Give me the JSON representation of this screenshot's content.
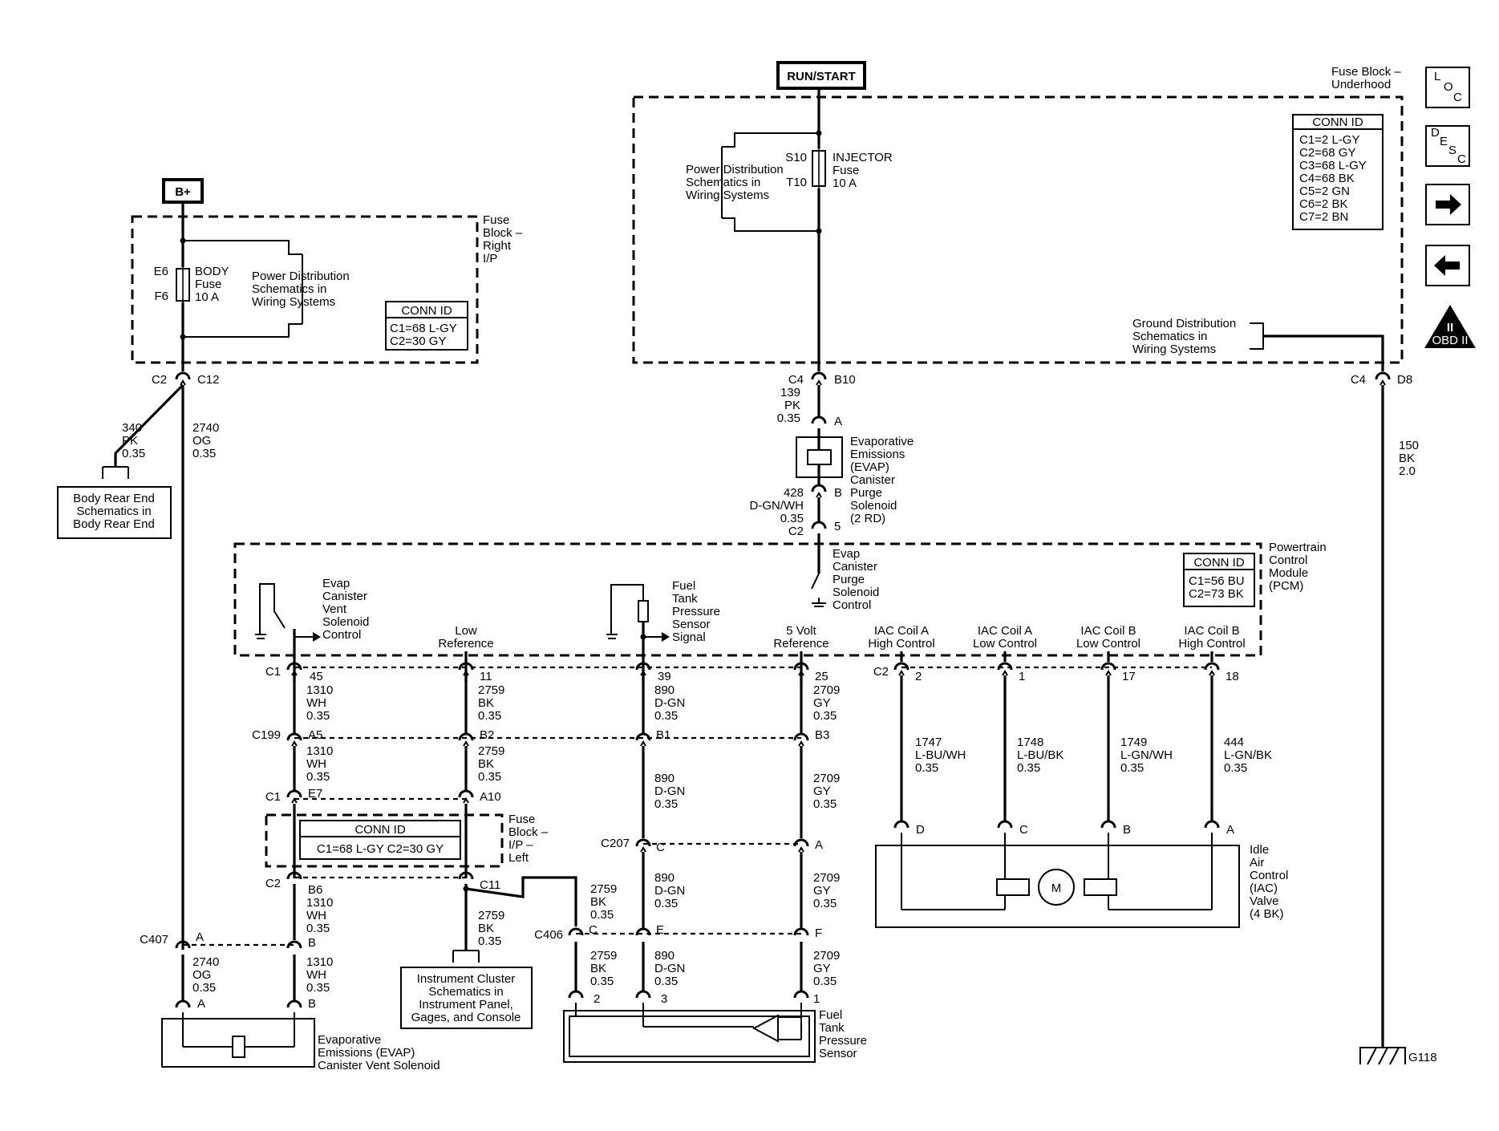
{
  "power": {
    "run_start": "RUN/START",
    "b_plus": "B+"
  },
  "fuse_block_underhood": {
    "title": [
      "Fuse Block –",
      "Underhood"
    ],
    "power_dist": [
      "Power Distribution",
      "Schematics in",
      "Wiring Systems"
    ],
    "fuse_terms": [
      "S10",
      "T10"
    ],
    "fuse_name": [
      "INJECTOR",
      "Fuse",
      "10 A"
    ],
    "conn_id_title": "CONN ID",
    "conn_ids": [
      "C1=2 L-GY",
      "C2=68 GY",
      "C3=68 L-GY",
      "C4=68 BK",
      "C5=2 GN",
      "C6=2 BK",
      "C7=2 BN"
    ],
    "ground_dist": [
      "Ground Distribution",
      "Schematics in",
      "Wiring Systems"
    ]
  },
  "fuse_block_right_ip": {
    "title": [
      "Fuse",
      "Block –",
      "Right",
      "I/P"
    ],
    "fuse_terms": [
      "E6",
      "F6"
    ],
    "fuse_name": [
      "BODY",
      "Fuse",
      "10 A"
    ],
    "power_dist": [
      "Power Distribution",
      "Schematics in",
      "Wiring Systems"
    ],
    "conn_id_title": "CONN ID",
    "conn_ids": [
      "C1=68 L-GY",
      "C2=30 GY"
    ]
  },
  "fuse_block_ip_left": {
    "title": [
      "Fuse",
      "Block –",
      "I/P –",
      "Left"
    ],
    "conn_id_title": "CONN ID",
    "conn_ids_line": "C1=68 L-GY   C2=30 GY"
  },
  "pcm": {
    "title": [
      "Powertrain",
      "Control",
      "Module",
      "(PCM)"
    ],
    "conn_id_title": "CONN ID",
    "conn_ids": [
      "C1=56 BU",
      "C2=73 BK"
    ],
    "signals": {
      "evap_vent": [
        "Evap",
        "Canister",
        "Vent",
        "Solenoid",
        "Control"
      ],
      "low_ref": [
        "Low",
        "Reference"
      ],
      "ftp_signal": [
        "Fuel",
        "Tank",
        "Pressure",
        "Sensor",
        "Signal"
      ],
      "five_volt": [
        "5 Volt",
        "Reference"
      ],
      "iac_a_high": [
        "IAC Coil A",
        "High Control"
      ],
      "iac_a_low": [
        "IAC Coil A",
        "Low Control"
      ],
      "iac_b_low": [
        "IAC Coil B",
        "Low Control"
      ],
      "iac_b_high": [
        "IAC Coil B",
        "High Control"
      ],
      "purge": [
        "Evap",
        "Canister",
        "Purge",
        "Solenoid",
        "Control"
      ]
    }
  },
  "components": {
    "evap_purge": [
      "Evaporative",
      "Emissions",
      "(EVAP)",
      "Canister",
      "Purge",
      "Solenoid",
      "(2 RD)"
    ],
    "evap_vent": [
      "Evaporative",
      "Emissions (EVAP)",
      "Canister Vent Solenoid"
    ],
    "ftp_sensor": [
      "Fuel",
      "Tank",
      "Pressure",
      "Sensor"
    ],
    "iac_valve": [
      "Idle",
      "Air",
      "Control",
      "(IAC)",
      "Valve",
      "(4 BK)"
    ],
    "iac_motor": "M",
    "body_rear": [
      "Body Rear End",
      "Schematics in",
      "Body Rear End"
    ],
    "inst_cluster": [
      "Instrument Cluster",
      "Schematics in",
      "Instrument Panel,",
      "Gages, and Console"
    ],
    "ground": "G118"
  },
  "wires": {
    "w139": [
      "139",
      "PK",
      "0.35"
    ],
    "w428": [
      "428",
      "D-GN/WH",
      "0.35"
    ],
    "w340": [
      "340",
      "PK",
      "0.35"
    ],
    "w2740": [
      "2740",
      "OG",
      "0.35"
    ],
    "w150": [
      "150",
      "BK",
      "2.0"
    ],
    "w1310": [
      "1310",
      "WH",
      "0.35"
    ],
    "w2759": [
      "2759",
      "BK",
      "0.35"
    ],
    "w890": [
      "890",
      "D-GN",
      "0.35"
    ],
    "w2709": [
      "2709",
      "GY",
      "0.35"
    ],
    "w1747": [
      "1747",
      "L-BU/WH",
      "0.35"
    ],
    "w1748": [
      "1748",
      "L-BU/BK",
      "0.35"
    ],
    "w1749": [
      "1749",
      "L-GN/WH",
      "0.35"
    ],
    "w444": [
      "444",
      "L-GN/BK",
      "0.35"
    ]
  },
  "connectors": {
    "c2": "C2",
    "c12": "C12",
    "c4": "C4",
    "b10": "B10",
    "d8": "D8",
    "a": "A",
    "b": "B",
    "c": "C",
    "d": "D",
    "e": "E",
    "f": "F",
    "five": "5",
    "c1": "C1",
    "c199": "C199",
    "c207": "C207",
    "c406": "C406",
    "c407": "C407",
    "p45": "45",
    "p11": "11",
    "p39": "39",
    "p25": "25",
    "p2": "2",
    "p1": "1",
    "p17": "17",
    "p18": "18",
    "p3": "3",
    "a5": "A5",
    "b2": "B2",
    "b1": "B1",
    "b3": "B3",
    "e7": "E7",
    "a10": "A10",
    "b6": "B6",
    "c11": "C11"
  },
  "nav": {
    "loc": [
      "L",
      "O",
      "C"
    ],
    "desc": [
      "D",
      "E",
      "S",
      "C"
    ],
    "next": "→",
    "prev": "←",
    "obd": [
      "II",
      "OBD II"
    ]
  }
}
